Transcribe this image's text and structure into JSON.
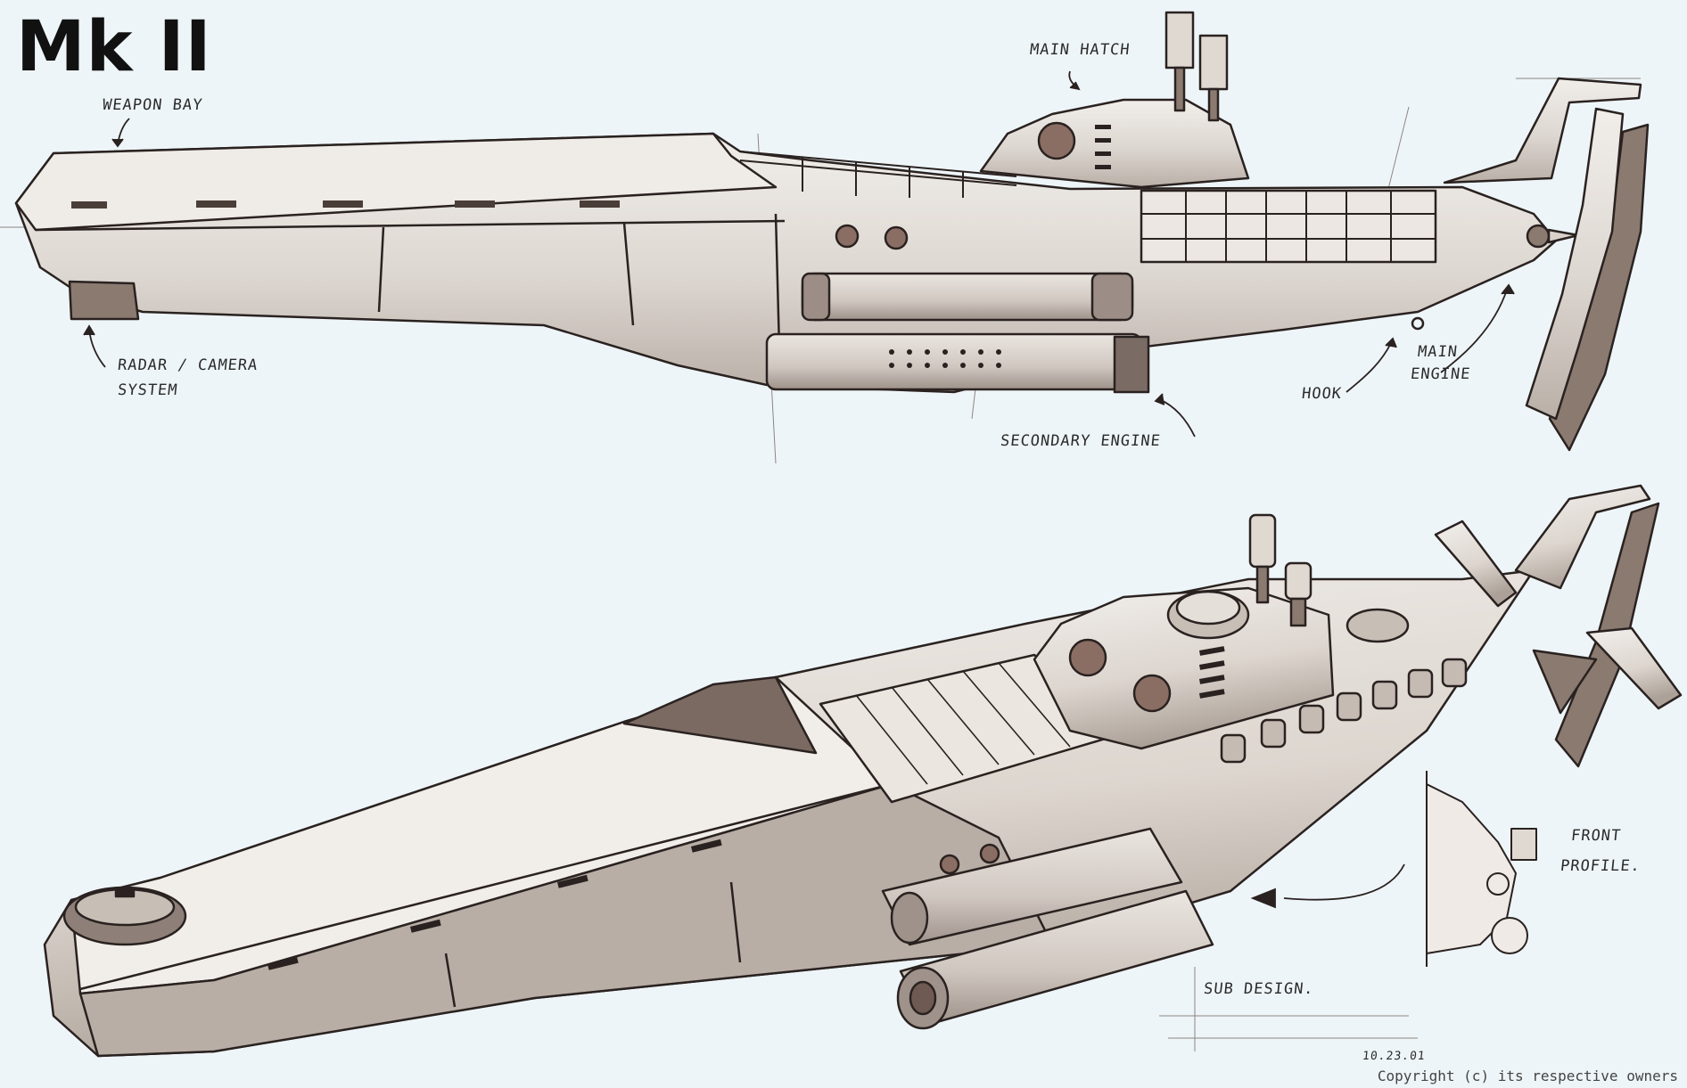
{
  "title": "Mk II",
  "labels": {
    "weapon_bay": "WEAPON BAY",
    "main_hatch": "MAIN HATCH",
    "radar_camera": "RADAR / CAMERA",
    "system": "SYSTEM",
    "secondary_engine": "SECONDARY ENGINE",
    "hook": "HOOK",
    "main": "MAIN",
    "engine": "ENGINE",
    "front": "FRONT",
    "profile": "PROFILE.",
    "sub_design": "SUB DESIGN.",
    "signature_date": "10.23.01"
  },
  "copyright": "Copyright (c) its respective owners",
  "colors": {
    "background": "#eef5f9",
    "hull_light": "#e8e4e0",
    "hull_shade": "#bfb7b0",
    "hull_dark": "#8a7a70",
    "ink": "#2a2220",
    "accent": "#6e5a52"
  }
}
